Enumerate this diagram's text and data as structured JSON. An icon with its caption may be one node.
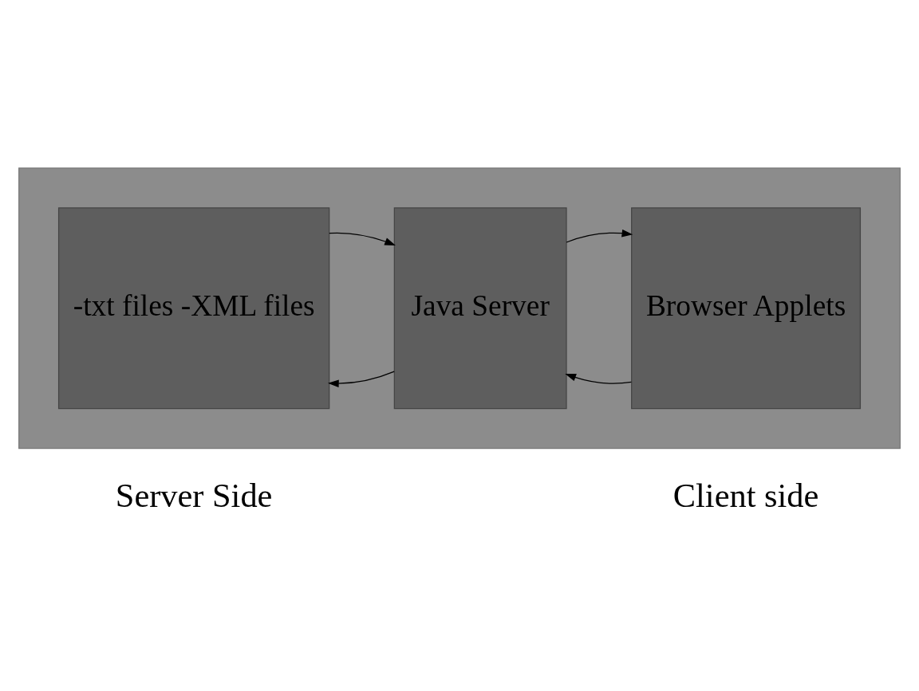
{
  "diagram": {
    "nodes": [
      {
        "text": [],
        "shape": "box"
      },
      {
        "text": [
          "Browser Applets"
        ],
        "in": 0
      },
      {
        "text": [
          "Java Server"
        ],
        "in": 0
      },
      {
        "text": [
          "-txt files -XML files"
        ],
        "in": 0
      }
    ],
    "edges": [
      {
        "from": 1,
        "to": 2,
        "arrow": "to"
      },
      {
        "from": 2,
        "to": 3,
        "arrow": "to"
      },
      {
        "from": 3,
        "to": 2,
        "arrow": "to"
      },
      {
        "from": 2,
        "to": 1,
        "arrow": "to"
      }
    ],
    "labels": [
      "Client side",
      "Server Side"
    ]
  }
}
